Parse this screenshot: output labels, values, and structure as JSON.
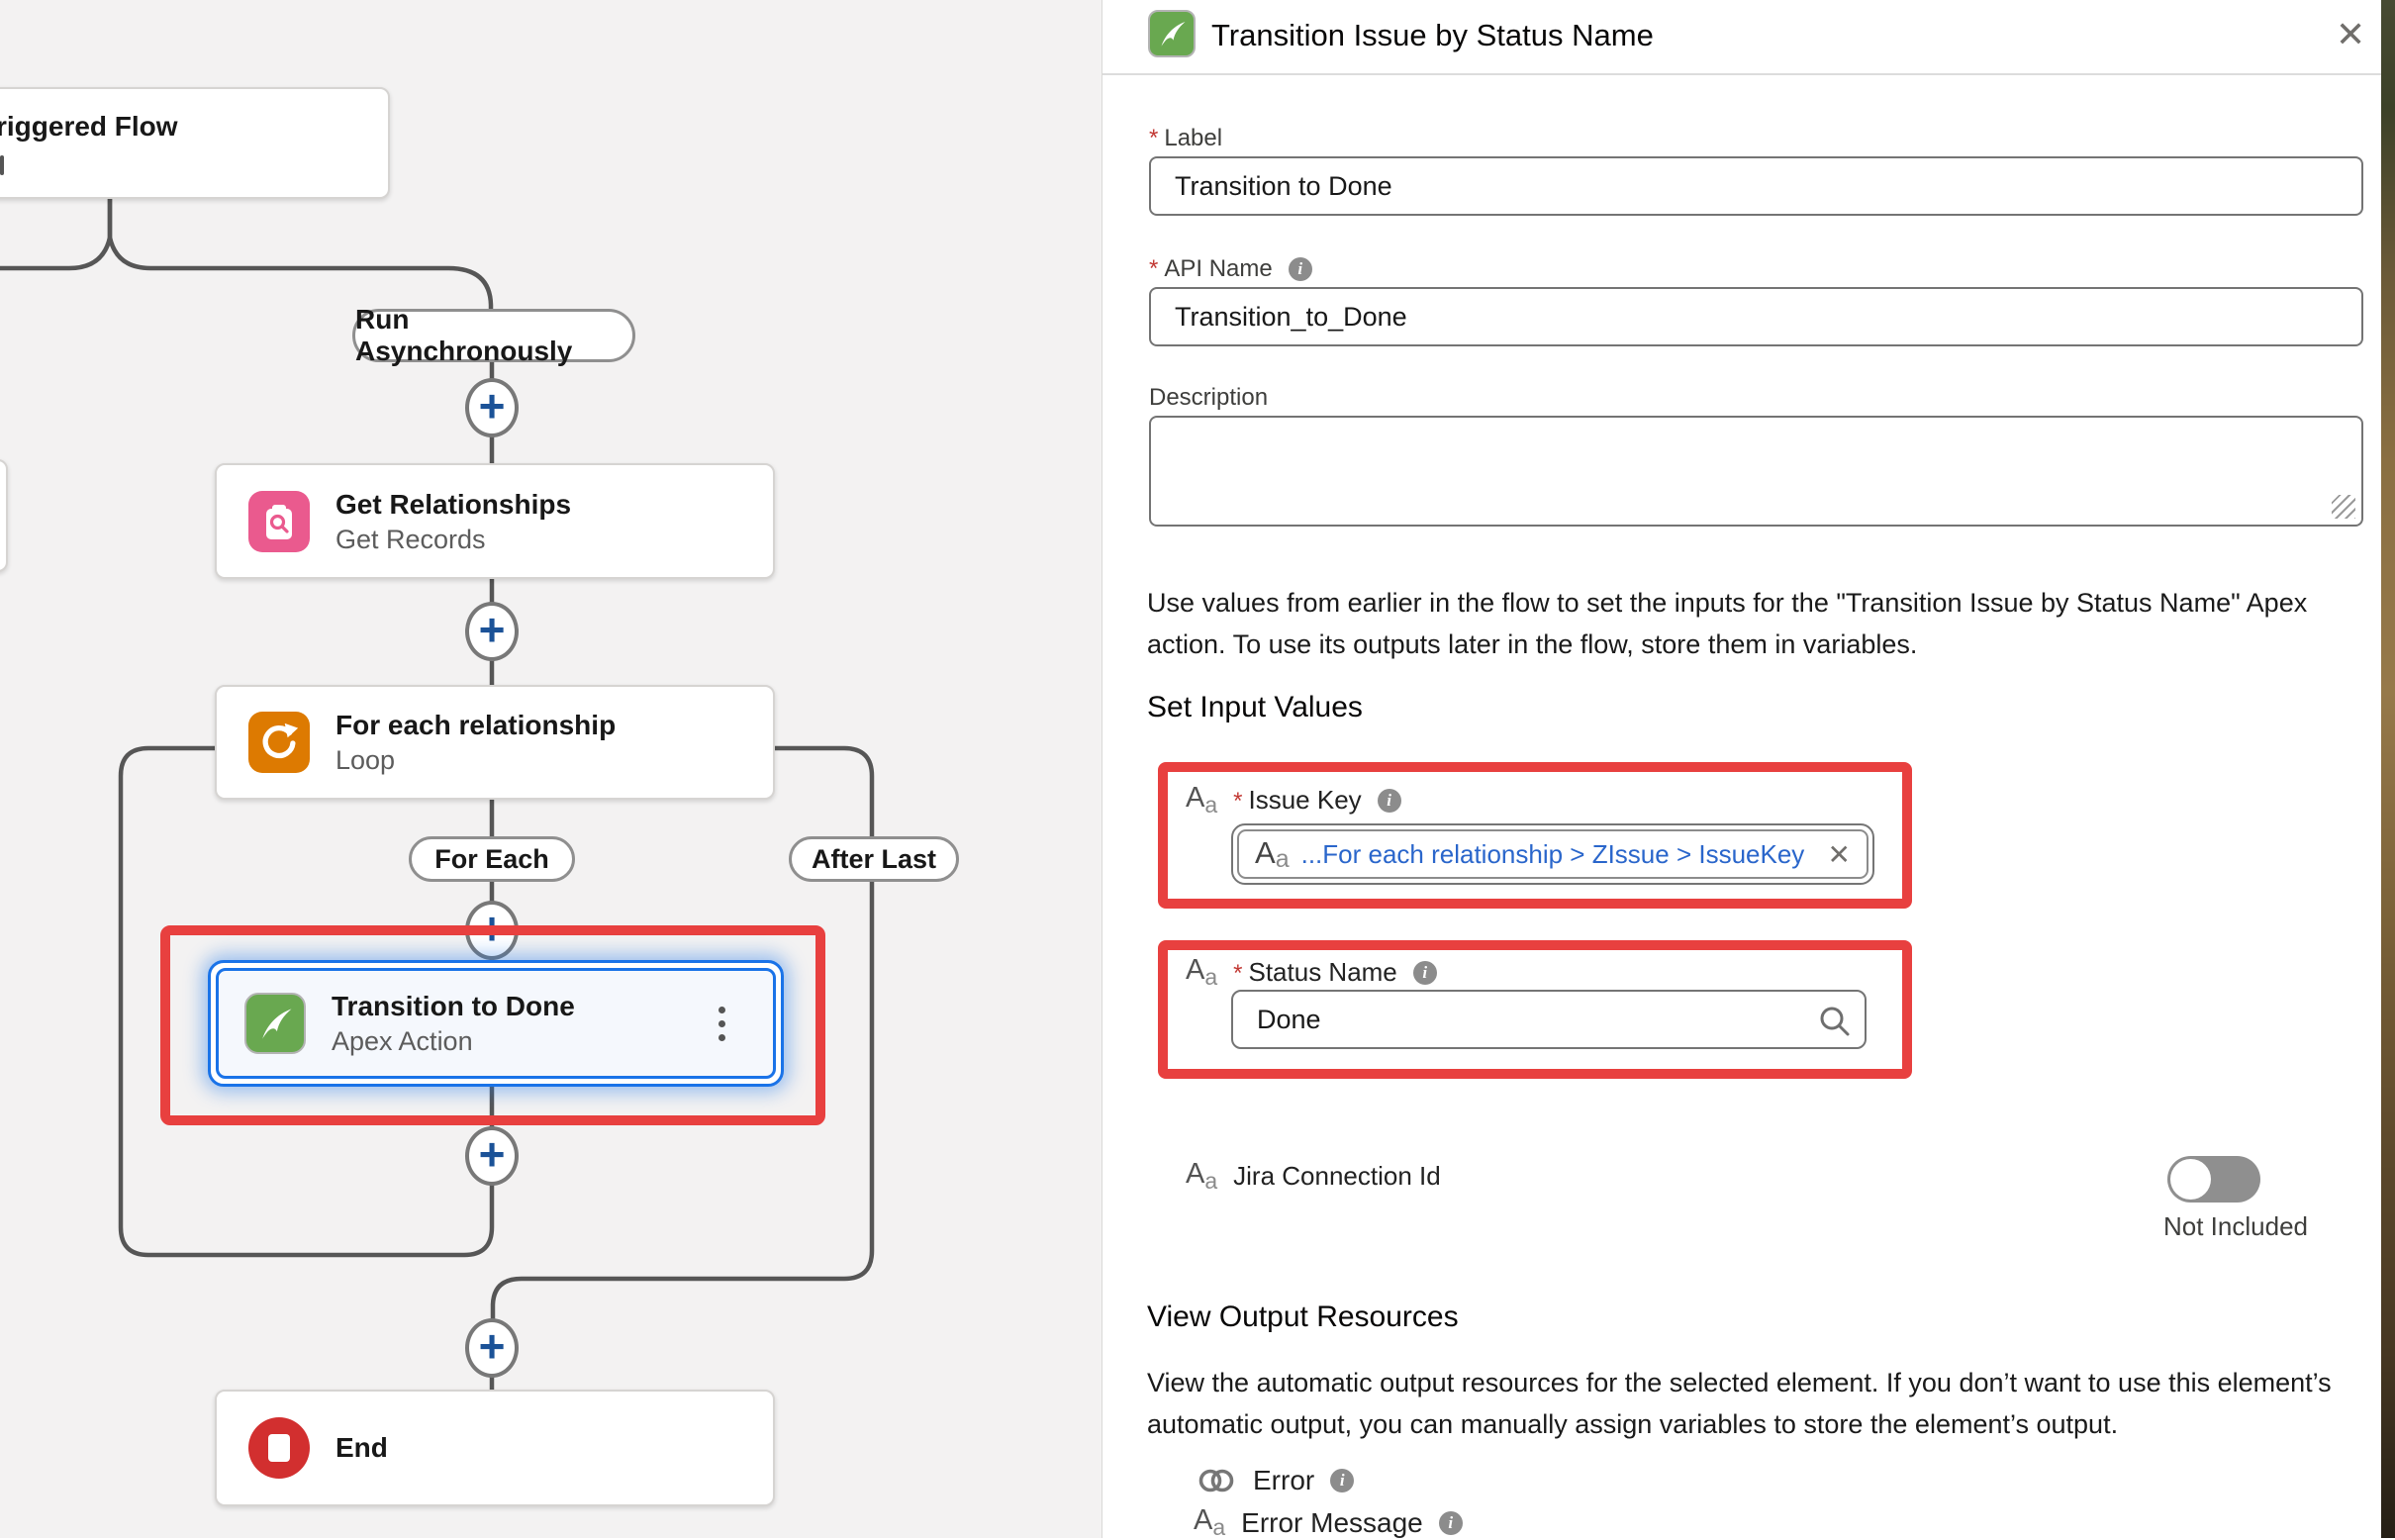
{
  "ui": {
    "required_marker": "*"
  },
  "icons": {
    "plus": "+",
    "close": "✕",
    "info": "i",
    "type_A": "A",
    "type_a": "a",
    "pill_remove": "✕"
  },
  "flow": {
    "trigger": {
      "title": "ord-Triggered Flow"
    },
    "labels": {
      "run_async": "Run Asynchronously",
      "for_each": "For Each",
      "after_last": "After Last"
    },
    "nodes": {
      "get": {
        "title": "Get Relationships",
        "subtitle": "Get Records"
      },
      "loop": {
        "title": "For each relationship",
        "subtitle": "Loop"
      },
      "apex": {
        "title": "Transition to Done",
        "subtitle": "Apex Action"
      },
      "end": {
        "title": "End"
      }
    }
  },
  "panel": {
    "title": "Transition Issue by Status Name",
    "label_field": {
      "label": "Label",
      "value": "Transition to Done"
    },
    "api_field": {
      "label": "API Name",
      "value": "Transition_to_Done"
    },
    "description_field": {
      "label": "Description",
      "value": ""
    },
    "intro": "Use values from earlier in the flow to set the inputs for the \"Transition Issue by Status Name\" Apex action. To use its outputs later in the flow, store them in variables.",
    "set_input_heading": "Set Input Values",
    "issue_key": {
      "label": "Issue Key",
      "pill": "...For each relationship > ZIssue > IssueKey"
    },
    "status_name": {
      "label": "Status Name",
      "value": "Done"
    },
    "jira_connection": {
      "label": "Jira Connection Id",
      "toggle_state": "Not Included"
    },
    "output_heading": "View Output Resources",
    "output_desc": "View the automatic output resources for the selected element. If you don’t want to use this element’s automatic output, you can manually assign variables to store the element’s output.",
    "outputs": {
      "error": "Error",
      "error_message": "Error Message"
    }
  },
  "colors": {
    "annotation_red": "#e8403f",
    "selection_blue": "#1a73e8",
    "apex_green": "#69a850",
    "get_records_pink": "#ea5a8e",
    "loop_orange": "#dd7a01",
    "end_red": "#d22f2f",
    "link_blue": "#2a66cb",
    "connector_gray": "#565656"
  }
}
